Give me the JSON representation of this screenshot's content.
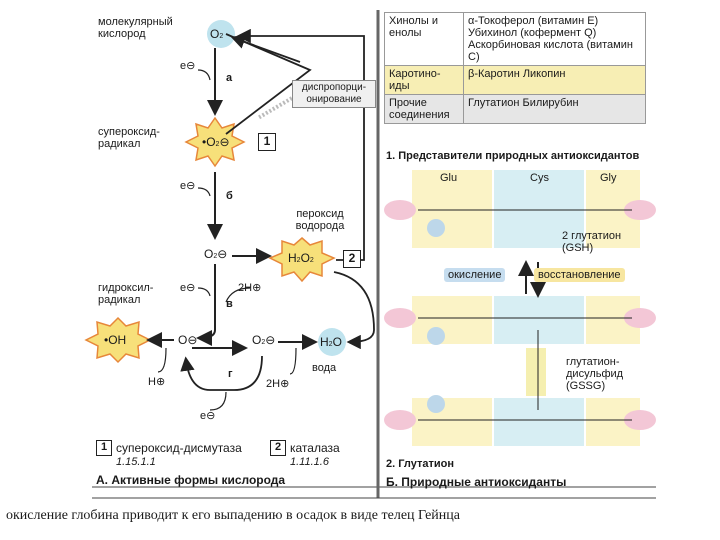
{
  "panel_a": {
    "mol_oxygen_label": "молекулярный кислород",
    "o2": "O",
    "o2_sub": "2",
    "step_a": "а",
    "step_b": "б",
    "step_v": "в",
    "step_g": "г",
    "e_minus": "e",
    "dismutation_label": "диспропорци- онирование",
    "superoxide_label": "супероксид- радикал",
    "superoxide_formula": "•O",
    "peroxide_label": "пероксид водорода",
    "peroxide_formula": "H",
    "o2_2minus": "O",
    "hydroxyl_label": "гидроксил- радикал",
    "oh_formula": "•OH",
    "o_minus": "O",
    "o_2minus": "O",
    "water": "H",
    "water_label": "вода",
    "two_h": "2H",
    "h_plus": "H",
    "enzyme1_num": "1",
    "enzyme1_name": "супероксид-дисмутаза",
    "enzyme1_ec": "1.15.1.1",
    "enzyme2_num": "2",
    "enzyme2_name": "каталаза",
    "enzyme2_ec": "1.11.1.6",
    "title": "А. Активные формы кислорода"
  },
  "panel_b": {
    "table": [
      {
        "group": "Хинолы и енолы",
        "items": "α-Токоферол (витамин E) Убихинол (кофермент Q) Аскорбиновая кислота (витамин C)"
      },
      {
        "group": "Каротино- иды",
        "items": "β-Каротин Ликопин"
      },
      {
        "group": "Прочие соединения",
        "items": "Глутатион Билирубин"
      }
    ],
    "table_caption": "1. Представители природных антиоксидантов",
    "glu": "Glu",
    "cys": "Cys",
    "gly": "Gly",
    "gsh_label": "2 глутатион (GSH)",
    "oxidation": "окисление",
    "reduction": "восстановление",
    "gssg_label": "глутатион- дисульфид (GSSG)",
    "glutathione_caption": "2. Глутатион",
    "title": "Б. Природные антиоксиданты"
  },
  "footer_caption": "окисление глобина приводит к его выпадению в осадок в виде телец Гейнца"
}
